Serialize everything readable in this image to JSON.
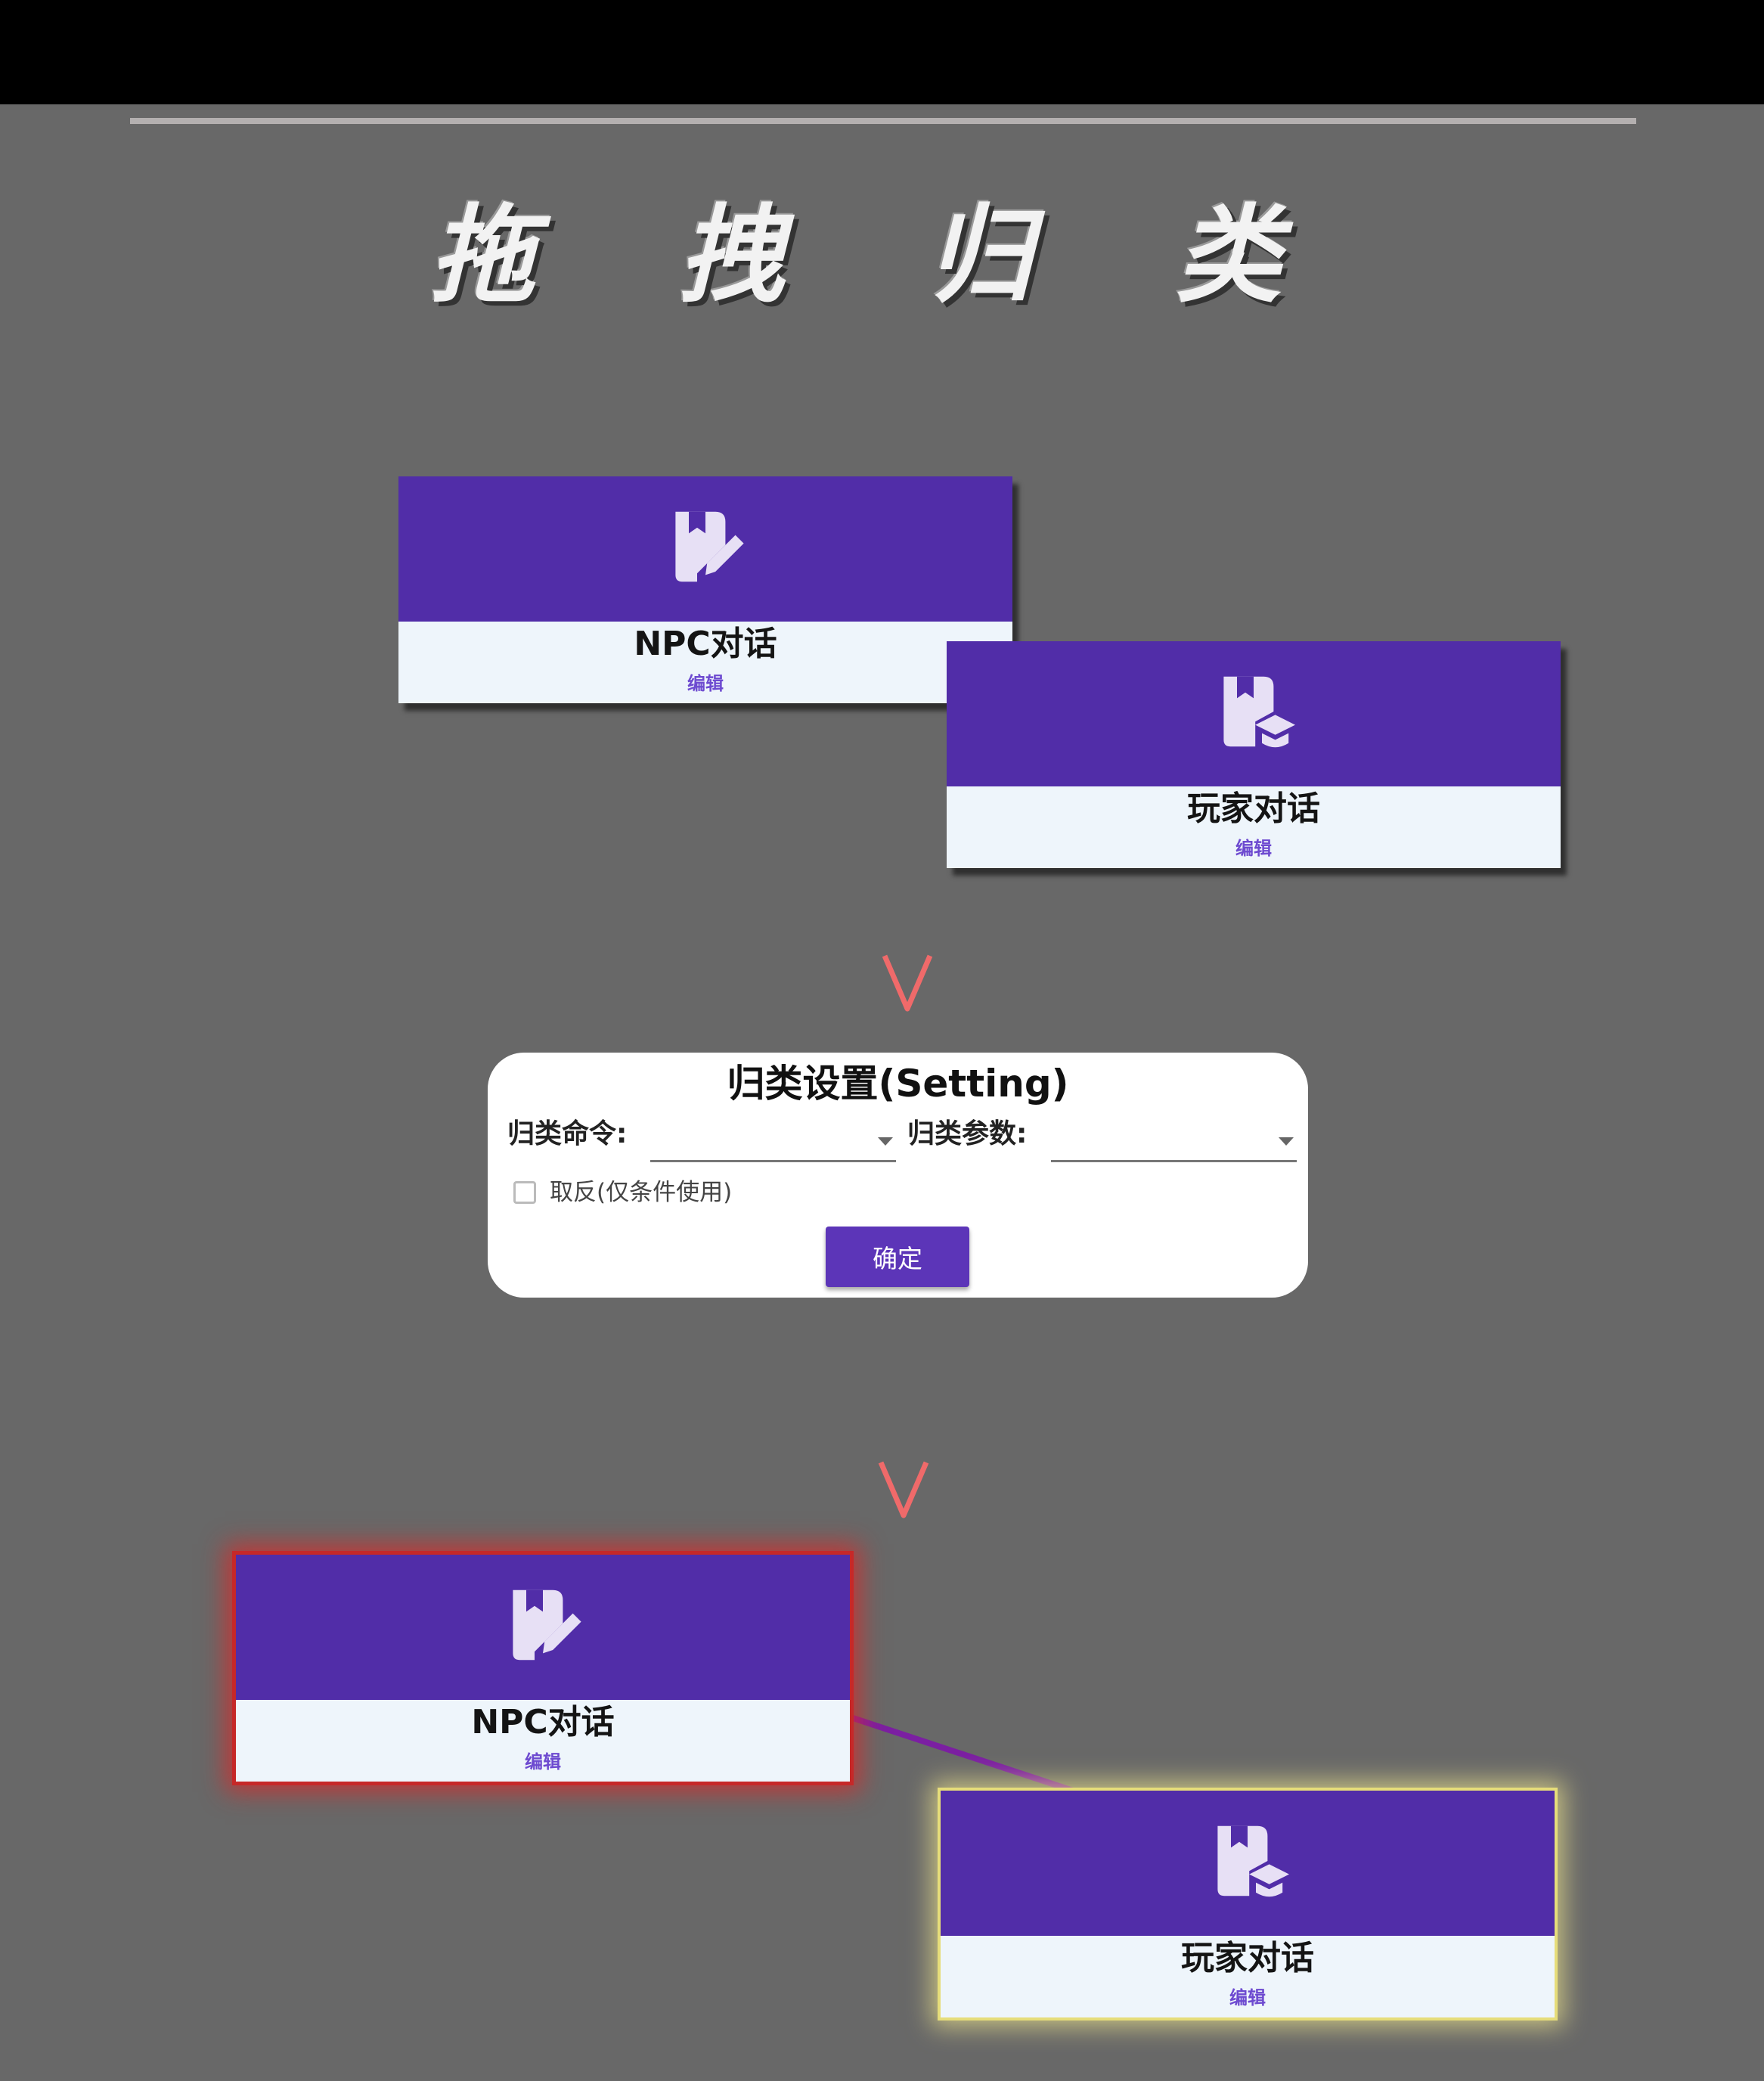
{
  "title": "拖 拽 归 类",
  "nodes": {
    "npc_label": "NPC对话",
    "player_label": "玩家对话",
    "edit_label": "编辑"
  },
  "dialog": {
    "title": "归类设置(Setting)",
    "command_label": "归类命令:",
    "command_value": "",
    "param_label": "归类参数:",
    "param_value": "",
    "invert_label": "取反(仅条件使用)",
    "invert_checked": false,
    "confirm_label": "确定"
  },
  "colors": {
    "background": "#686868",
    "node_header": "#512da8",
    "node_body": "#eef5fb",
    "edit_link": "#6d4ad0",
    "confirm_button": "#5c35b8",
    "arrow_start": "#f7b26a",
    "arrow_end": "#f06a6a",
    "connector": "#7b1fa2",
    "glow_red": "#c62828",
    "glow_yellow": "#e6dd7a"
  },
  "icons": {
    "npc": "book-edit-icon",
    "player": "book-graduation-icon"
  }
}
